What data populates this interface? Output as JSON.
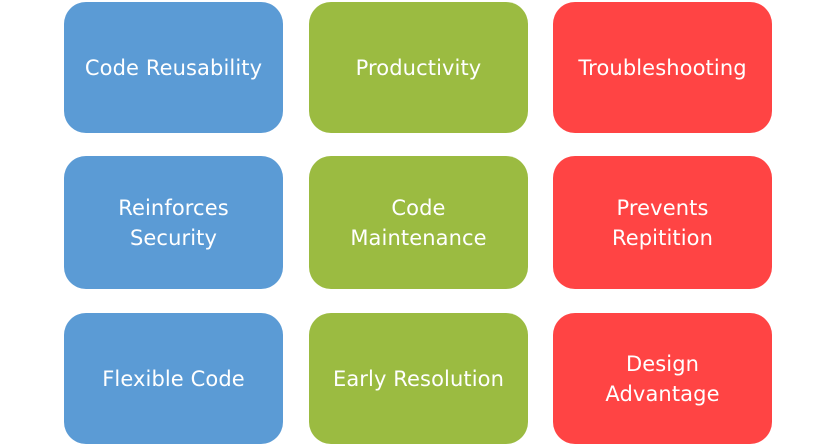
{
  "diagram": {
    "colors": {
      "blue": "#5B9BD5",
      "green": "#9BBB41",
      "red": "#FF4444",
      "text": "#FFFFFF"
    },
    "rows": [
      [
        {
          "label": "Code Reusability",
          "color": "blue"
        },
        {
          "label": "Productivity",
          "color": "green"
        },
        {
          "label": "Troubleshooting",
          "color": "red"
        }
      ],
      [
        {
          "label": "Reinforces\nSecurity",
          "color": "blue"
        },
        {
          "label": "Code\nMaintenance",
          "color": "green"
        },
        {
          "label": "Prevents\nRepitition",
          "color": "red"
        }
      ],
      [
        {
          "label": "Flexible Code",
          "color": "blue"
        },
        {
          "label": "Early Resolution",
          "color": "green"
        },
        {
          "label": "Design\nAdvantage",
          "color": "red"
        }
      ]
    ]
  }
}
